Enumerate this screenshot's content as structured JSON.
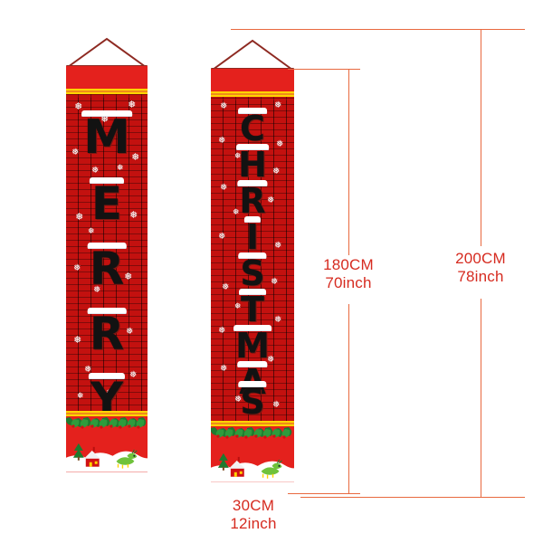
{
  "page": {
    "title": "Christmas Porch Banner Size Diagram",
    "background_color": "#ffffff"
  },
  "products": [
    {
      "id": "banner-merry",
      "name": "MERRY banner",
      "word": "MERRY",
      "letters": [
        "M",
        "E",
        "R",
        "R",
        "Y"
      ],
      "colors": {
        "cloth": "#e4211d",
        "brick": "#c3110f",
        "letter": "#121212",
        "snow": "#ffffff",
        "stripe_yellow": "#ffd400",
        "stripe_orange": "#f08c1a",
        "rod": "#8e2a22",
        "string": "#8e2a22"
      }
    },
    {
      "id": "banner-christmas",
      "name": "CHRISTMAS banner",
      "word": "CHRISTMAS",
      "letters": [
        "C",
        "H",
        "R",
        "I",
        "S",
        "T",
        "M",
        "A",
        "S"
      ],
      "colors": {
        "cloth": "#e4211d",
        "brick": "#c3110f",
        "letter": "#121212",
        "snow": "#ffffff",
        "stripe_yellow": "#ffd400",
        "stripe_orange": "#f08c1a",
        "rod": "#8e2a22",
        "string": "#8e2a22"
      }
    }
  ],
  "dimensions": {
    "accent_color": "#d62b20",
    "line_color": "#e8693f",
    "banner_height": {
      "label_cm": "180CM",
      "label_inch": "70inch"
    },
    "total_height": {
      "label_cm": "200CM",
      "label_inch": "78inch"
    },
    "banner_width": {
      "label_cm": "30CM",
      "label_inch": "12inch"
    }
  },
  "decor": {
    "snowflake_glyph": "❅",
    "house_scene": "snow-house-with-trees",
    "reindeer": "green-reindeer"
  }
}
